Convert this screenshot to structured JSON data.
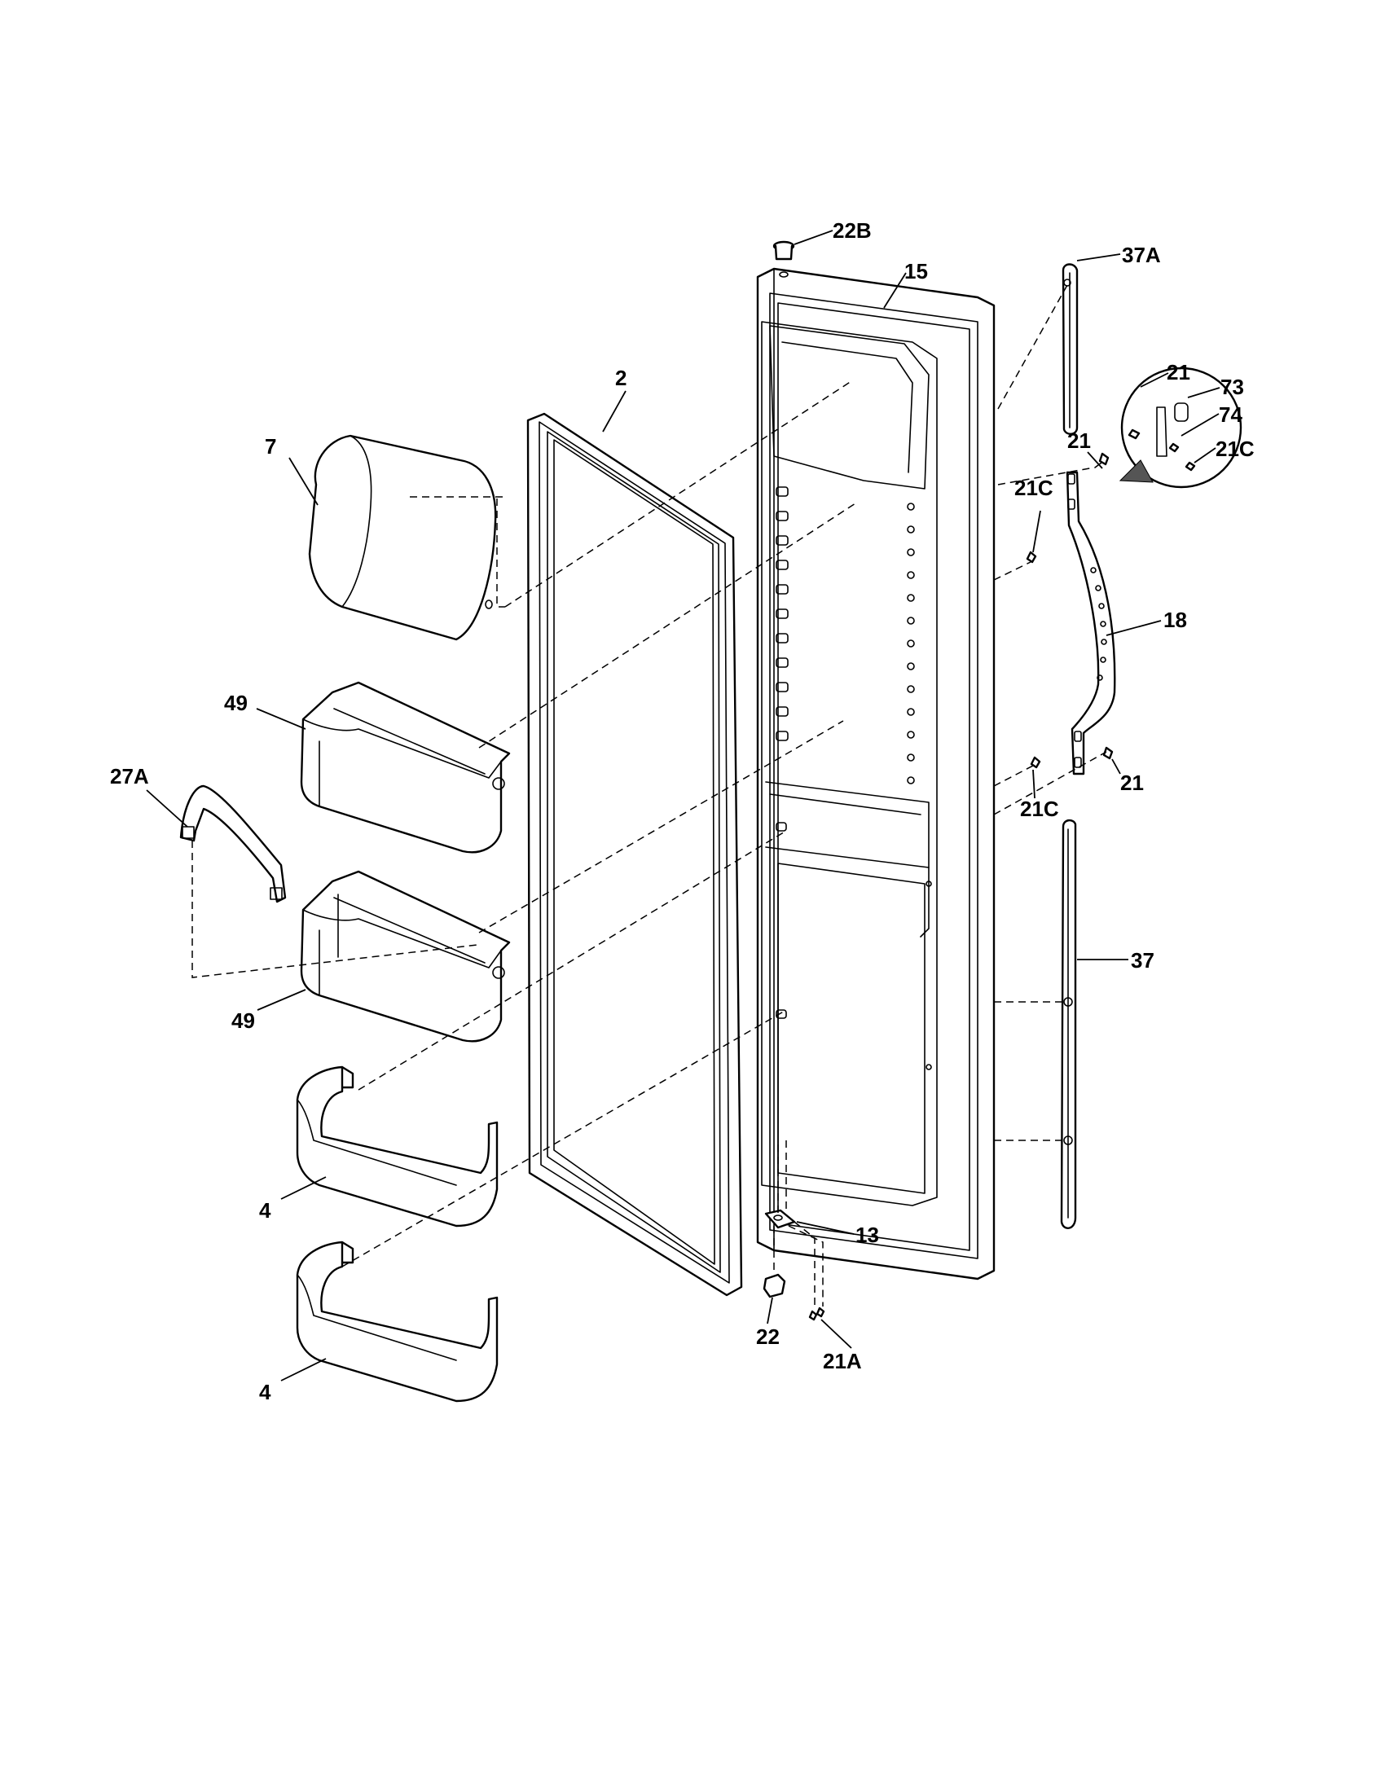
{
  "diagram": {
    "type": "exploded parts diagram",
    "callouts": {
      "c_22B": "22B",
      "c_15": "15",
      "c_37A": "37A",
      "c_21_detail": "21",
      "c_73": "73",
      "c_74": "74",
      "c_21C_detail": "21C",
      "c_2": "2",
      "c_7": "7",
      "c_21_top": "21",
      "c_21C_top": "21C",
      "c_18": "18",
      "c_49_top": "49",
      "c_27A": "27A",
      "c_21_bottom": "21",
      "c_21C_bottom": "21C",
      "c_37": "37",
      "c_49_bottom": "49",
      "c_4_top": "4",
      "c_13": "13",
      "c_22": "22",
      "c_21A": "21A",
      "c_4_bottom": "4"
    }
  }
}
